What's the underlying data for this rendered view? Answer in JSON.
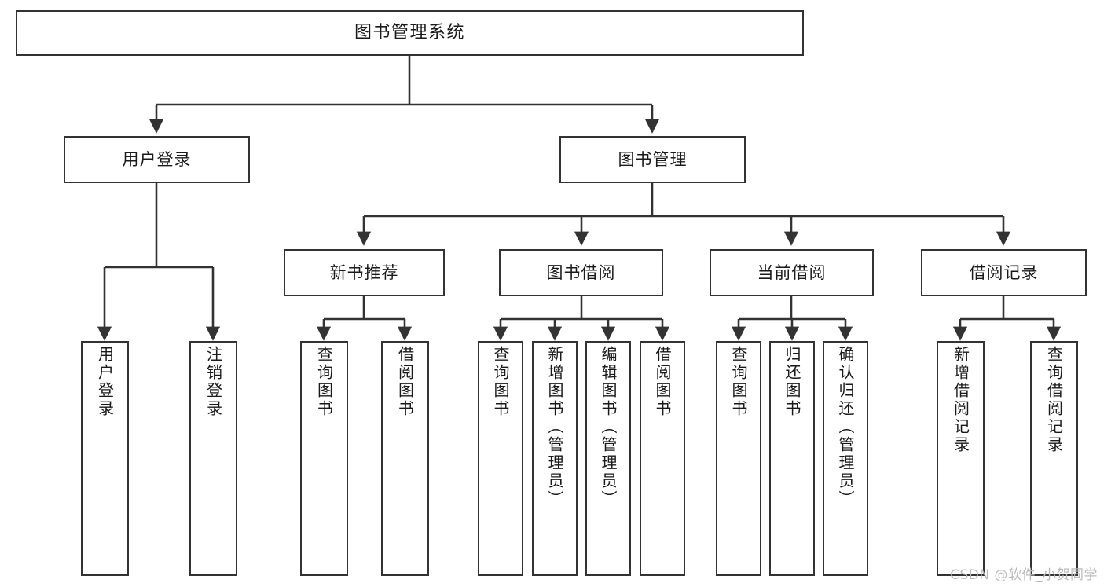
{
  "diagram": {
    "type": "tree",
    "title": "图书管理系统",
    "watermark": "CSDN @软件_小贺同学",
    "colors": {
      "box_border": "#333333",
      "box_fill": "#ffffff",
      "connector": "#333333",
      "text": "#1a1a1a",
      "watermark": "#b9b9b9",
      "background": "#ffffff"
    },
    "nodes": {
      "root": {
        "label": "图书管理系统"
      },
      "level1": [
        {
          "id": "user-login",
          "label": "用户登录"
        },
        {
          "id": "book-manage",
          "label": "图书管理"
        }
      ],
      "level2": [
        {
          "id": "new-book-rec",
          "label": "新书推荐"
        },
        {
          "id": "book-borrow",
          "label": "图书借阅"
        },
        {
          "id": "current-borrow",
          "label": "当前借阅"
        },
        {
          "id": "borrow-record",
          "label": "借阅记录"
        }
      ],
      "leaves": {
        "user-login": [
          {
            "id": "leaf-user-login",
            "label": "用户登录"
          },
          {
            "id": "leaf-logout",
            "label": "注销登录"
          }
        ],
        "new-book-rec": [
          {
            "id": "leaf-query-book-1",
            "label": "查询图书"
          },
          {
            "id": "leaf-borrow-book-1",
            "label": "借阅图书"
          }
        ],
        "book-borrow": [
          {
            "id": "leaf-query-book-2",
            "label": "查询图书"
          },
          {
            "id": "leaf-add-book",
            "label": "新增图书（管理员）"
          },
          {
            "id": "leaf-edit-book",
            "label": "编辑图书（管理员）"
          },
          {
            "id": "leaf-borrow-book-2",
            "label": "借阅图书"
          }
        ],
        "current-borrow": [
          {
            "id": "leaf-query-book-3",
            "label": "查询图书"
          },
          {
            "id": "leaf-return-book",
            "label": "归还图书"
          },
          {
            "id": "leaf-confirm-return",
            "label": "确认归还（管理员）"
          }
        ],
        "borrow-record": [
          {
            "id": "leaf-add-record",
            "label": "新增借阅记录"
          },
          {
            "id": "leaf-query-record",
            "label": "查询借阅记录"
          }
        ]
      }
    }
  }
}
